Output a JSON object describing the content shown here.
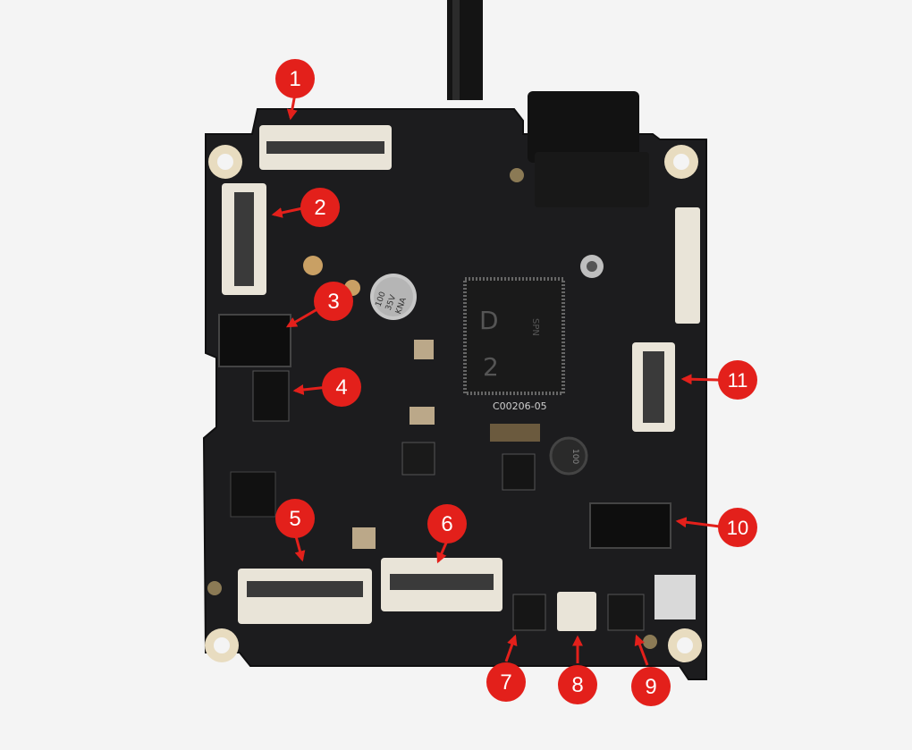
{
  "photo": {
    "subject": "circuit-board-photo",
    "background": "#f4f4f4",
    "board_color": "#1c1c1e",
    "marker_color": "#e3201b",
    "silkscreen_text": {
      "capacitor": [
        "100",
        "35V",
        "KNA"
      ],
      "inductor": "100",
      "chip": [
        "SPN",
        "D",
        "2"
      ],
      "board_code": "C00206-05"
    }
  },
  "markers": [
    {
      "label": "1"
    },
    {
      "label": "2"
    },
    {
      "label": "3"
    },
    {
      "label": "4"
    },
    {
      "label": "5"
    },
    {
      "label": "6"
    },
    {
      "label": "7"
    },
    {
      "label": "8"
    },
    {
      "label": "9"
    },
    {
      "label": "10"
    },
    {
      "label": "11"
    }
  ]
}
